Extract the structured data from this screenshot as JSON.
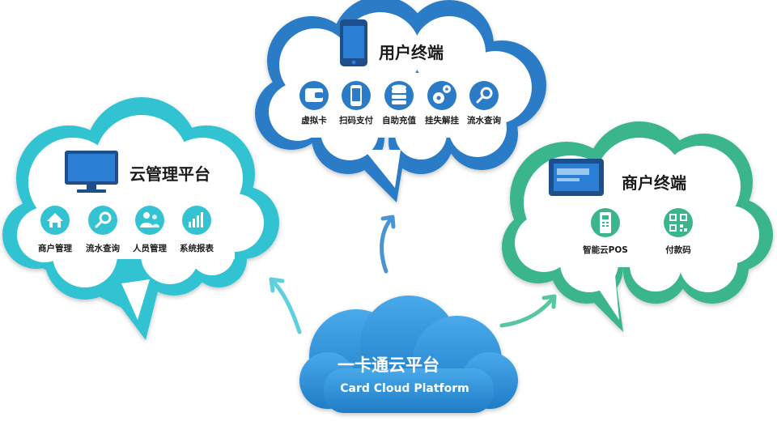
{
  "core": {
    "title_cn": "一卡通云平台",
    "title_en": "Card Cloud Platform",
    "color": "#2a8fd6"
  },
  "cloud_management": {
    "title": "云管理平台",
    "color": "#33c3d3",
    "monitor_icon": "monitor-icon",
    "items": [
      {
        "label": "商户管理",
        "icon": "home-icon"
      },
      {
        "label": "流水查询",
        "icon": "search-icon"
      },
      {
        "label": "人员管理",
        "icon": "users-icon"
      },
      {
        "label": "系统报表",
        "icon": "bar-chart-icon"
      }
    ]
  },
  "user_terminal": {
    "title": "用户终端",
    "color": "#2b7bc7",
    "phone_icon": "smartphone-icon",
    "items": [
      {
        "label": "虚拟卡",
        "icon": "wallet-icon"
      },
      {
        "label": "扫码支付",
        "icon": "phone-icon"
      },
      {
        "label": "自助充值",
        "icon": "coins-icon"
      },
      {
        "label": "挂失解挂",
        "icon": "gears-icon"
      },
      {
        "label": "流水查询",
        "icon": "search-icon"
      }
    ]
  },
  "merchant_terminal": {
    "title": "商户终端",
    "color": "#3ab58c",
    "pos_icon": "tablet-pos-icon",
    "items": [
      {
        "label": "智能云POS",
        "icon": "pos-machine-icon"
      },
      {
        "label": "付款码",
        "icon": "qr-code-icon"
      }
    ]
  }
}
